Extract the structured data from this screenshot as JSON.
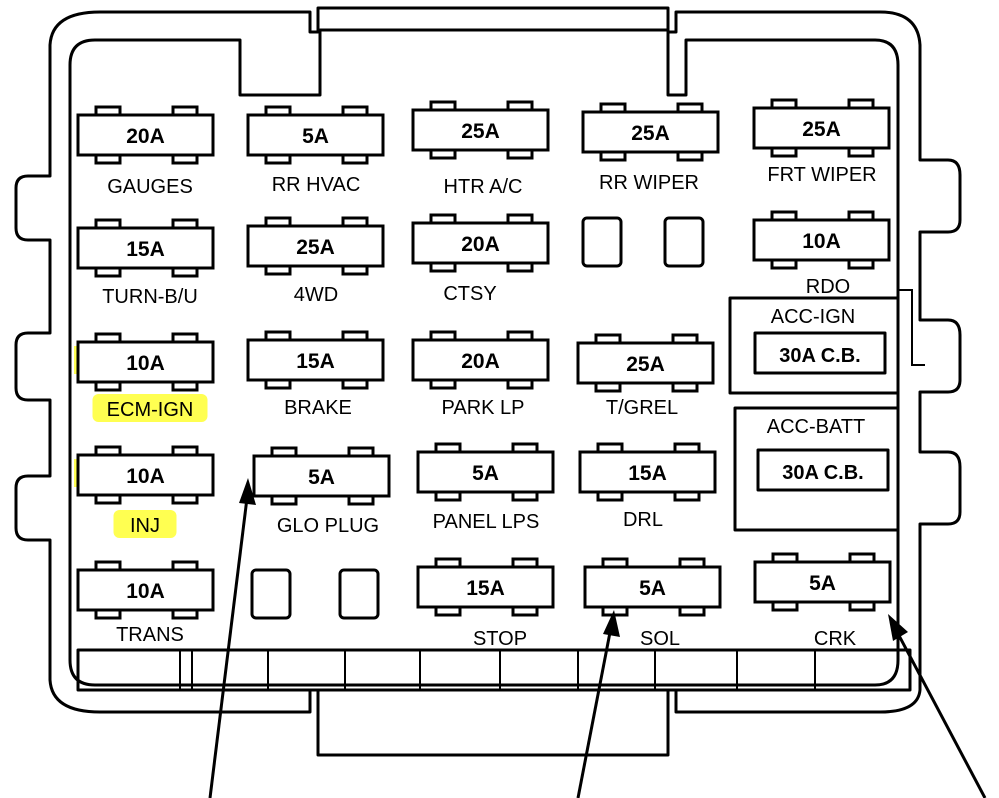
{
  "highlight_color": "#ffff33",
  "fuses": [
    {
      "id": "gauges",
      "rating": "20A",
      "label": "GAUGES",
      "highlighted": false
    },
    {
      "id": "rr-hvac",
      "rating": "5A",
      "label": "RR HVAC",
      "highlighted": false
    },
    {
      "id": "htr-ac",
      "rating": "25A",
      "label": "HTR A/C",
      "highlighted": false
    },
    {
      "id": "rr-wiper",
      "rating": "25A",
      "label": "RR WIPER",
      "highlighted": false
    },
    {
      "id": "frt-wiper",
      "rating": "25A",
      "label": "FRT WIPER",
      "highlighted": false
    },
    {
      "id": "turn-bu",
      "rating": "15A",
      "label": "TURN-B/U",
      "highlighted": false
    },
    {
      "id": "4wd",
      "rating": "25A",
      "label": "4WD",
      "highlighted": false
    },
    {
      "id": "ctsy",
      "rating": "20A",
      "label": "CTSY",
      "highlighted": false
    },
    {
      "id": "rdo",
      "rating": "10A",
      "label": "RDO",
      "highlighted": false
    },
    {
      "id": "ecm-ign",
      "rating": "10A",
      "label": "ECM-IGN",
      "highlighted": true
    },
    {
      "id": "brake",
      "rating": "15A",
      "label": "BRAKE",
      "highlighted": false
    },
    {
      "id": "park-lp",
      "rating": "20A",
      "label": "PARK LP",
      "highlighted": false
    },
    {
      "id": "t-grel",
      "rating": "25A",
      "label": "T/GREL",
      "highlighted": false
    },
    {
      "id": "inj",
      "rating": "10A",
      "label": "INJ",
      "highlighted": true
    },
    {
      "id": "glo-plug",
      "rating": "5A",
      "label": "GLO PLUG",
      "highlighted": false
    },
    {
      "id": "panel-lps",
      "rating": "5A",
      "label": "PANEL LPS",
      "highlighted": false
    },
    {
      "id": "drl",
      "rating": "15A",
      "label": "DRL",
      "highlighted": false
    },
    {
      "id": "trans",
      "rating": "10A",
      "label": "TRANS",
      "highlighted": false
    },
    {
      "id": "stop",
      "rating": "15A",
      "label": "STOP",
      "highlighted": false
    },
    {
      "id": "sol",
      "rating": "5A",
      "label": "SOL",
      "highlighted": false
    },
    {
      "id": "crk",
      "rating": "5A",
      "label": "CRK",
      "highlighted": false
    }
  ],
  "breakers": [
    {
      "id": "acc-ign",
      "label": "ACC-IGN",
      "rating": "30A C.B."
    },
    {
      "id": "acc-batt",
      "label": "ACC-BATT",
      "rating": "30A C.B."
    }
  ]
}
